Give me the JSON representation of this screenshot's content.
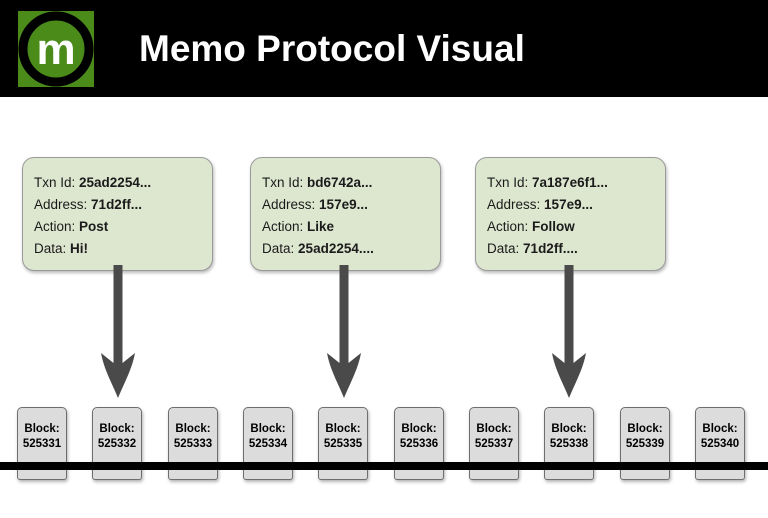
{
  "header": {
    "title": "Memo Protocol Visual",
    "logo": {
      "name": "memo-logo",
      "letter": "m",
      "square_color": "#4a8b1a",
      "ring_color": "#000000",
      "letter_color": "#ffffff"
    },
    "background_color": "#000000"
  },
  "cards": [
    {
      "id": "memo-card-1",
      "fields": [
        {
          "label": "Txn Id:",
          "value": "25ad2254..."
        },
        {
          "label": "Address:",
          "value": "71d2ff..."
        },
        {
          "label": "Action:",
          "value": "Post"
        },
        {
          "label": "Data:",
          "value": "Hi!"
        }
      ],
      "target_block": "525332"
    },
    {
      "id": "memo-card-2",
      "fields": [
        {
          "label": "Txn Id:",
          "value": "bd6742a..."
        },
        {
          "label": "Address:",
          "value": "157e9..."
        },
        {
          "label": "Action:",
          "value": "Like"
        },
        {
          "label": "Data:",
          "value": "25ad2254...."
        }
      ],
      "target_block": "525335"
    },
    {
      "id": "memo-card-3",
      "fields": [
        {
          "label": "Txn Id:",
          "value": "7a187e6f1..."
        },
        {
          "label": "Address:",
          "value": "157e9..."
        },
        {
          "label": "Action:",
          "value": "Follow"
        },
        {
          "label": "Data:",
          "value": "71d2ff...."
        }
      ],
      "target_block": "525338"
    }
  ],
  "blockchain": {
    "block_label": "Block:",
    "blocks": [
      {
        "number": "525331"
      },
      {
        "number": "525332"
      },
      {
        "number": "525333"
      },
      {
        "number": "525334"
      },
      {
        "number": "525335"
      },
      {
        "number": "525336"
      },
      {
        "number": "525337"
      },
      {
        "number": "525338"
      },
      {
        "number": "525339"
      },
      {
        "number": "525340"
      }
    ],
    "chain_color": "#000000",
    "block_color": "#dcdcdc"
  },
  "arrows": {
    "color": "#4a4a4a",
    "count": 3
  },
  "colors": {
    "card_background": "#dde6cf",
    "card_border": "#9a9a9a",
    "accent_green": "#4a8b1a",
    "page_background": "#ffffff"
  }
}
